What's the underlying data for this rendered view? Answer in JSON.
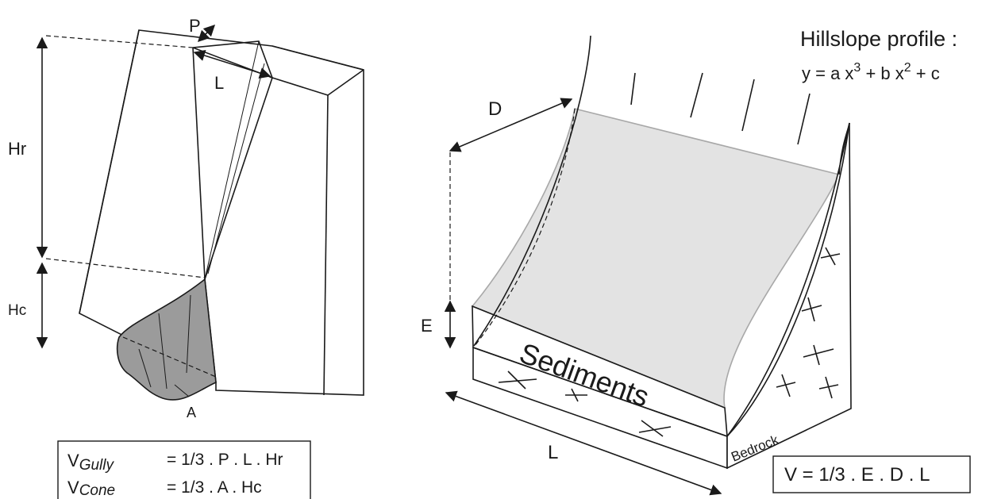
{
  "gully_model": {
    "labels": {
      "p": "P",
      "l": "L",
      "hr": "Hr",
      "hc": "Hc",
      "a": "A"
    },
    "formula": {
      "v1": "V",
      "v1_sub": "Gully",
      "v1_rhs": "= 1/3 . P . L . Hr",
      "v2": "V",
      "v2_sub": "Cone",
      "v2_rhs": "= 1/3 . A . Hc"
    }
  },
  "hillslope_model": {
    "title": "Hillslope profile :",
    "equation": {
      "lhs": "y = a x",
      "exp1": "3",
      "mid": " + b x",
      "exp2": "2",
      "rhs": " + c"
    },
    "labels": {
      "d": "D",
      "e": "E",
      "l": "L",
      "sediments": "Sediments",
      "bedrock": "Bedrock"
    },
    "formula": "V = 1/3 . E . D . L"
  },
  "colors": {
    "line": "#1a1a1a",
    "cone_fill": "#9b9b9b",
    "sediment_fill": "#e3e3e3",
    "sediment_edge": "#a8a8a8"
  }
}
